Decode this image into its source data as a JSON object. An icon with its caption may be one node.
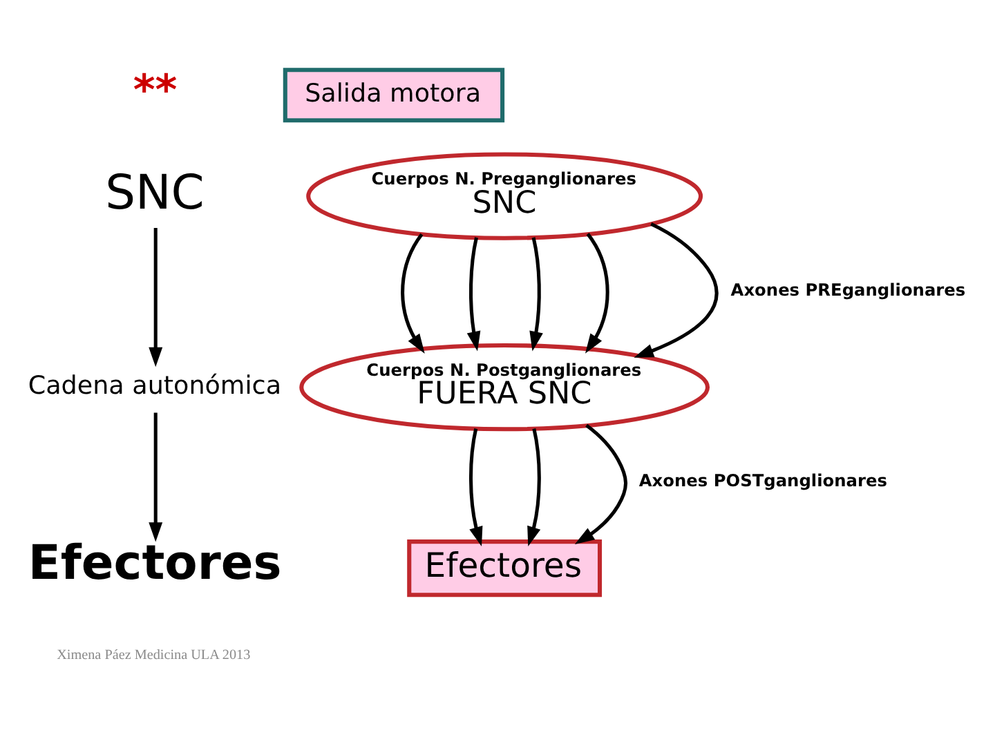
{
  "diagram": {
    "nodes": [
      {
        "text": [
          "Salida motora"
        ]
      },
      {
        "text": [
          "SNC"
        ]
      },
      {
        "text": [
          "Cadena autonómica"
        ]
      },
      {
        "text": [
          "Efectores"
        ]
      },
      {
        "text": [
          "Cuerpos N. Preganglionares",
          "SNC"
        ]
      },
      {
        "text": [
          "Cuerpos N. Postganglionares",
          "FUERA SNC"
        ]
      },
      {
        "text": [
          "Efectores"
        ]
      }
    ],
    "edges": [
      {
        "from": 1,
        "to": 2,
        "arrow": "to"
      },
      {
        "from": 2,
        "to": 3,
        "arrow": "to"
      },
      {
        "from": 4,
        "to": 5,
        "arrow": "to"
      },
      {
        "from": 4,
        "to": 5,
        "arrow": "to"
      },
      {
        "from": 4,
        "to": 5,
        "arrow": "to"
      },
      {
        "from": 4,
        "to": 5,
        "arrow": "to"
      },
      {
        "from": 4,
        "to": 5,
        "arrow": "to",
        "label": "Axones PREganglionares"
      },
      {
        "from": 5,
        "to": 6,
        "arrow": "to"
      },
      {
        "from": 5,
        "to": 6,
        "arrow": "to"
      },
      {
        "from": 5,
        "to": 6,
        "arrow": "to",
        "label": "Axones POSTganglionares"
      }
    ],
    "labels": [
      "**",
      "Ximena Páez Medicina ULA 2013"
    ]
  }
}
